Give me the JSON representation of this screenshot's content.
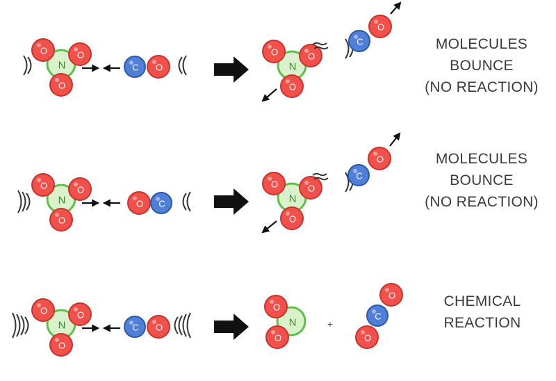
{
  "atom_labels": {
    "nitrogen": "N",
    "carbon": "C",
    "oxygen": "O"
  },
  "colors": {
    "oxygen_fill": "#f2504a",
    "oxygen_stroke": "#c8332e",
    "carbon_fill": "#4f7fd6",
    "carbon_stroke": "#2c58a8",
    "nitrogen_ring": "#5fbf4a",
    "nitrogen_fill": "#d9f2cc",
    "arrow": "#111111",
    "text": "#3a3a3a"
  },
  "rows": [
    {
      "caption_lines": [
        "MOLECULES",
        "BOUNCE",
        "(NO REACTION)"
      ],
      "outcome": "bounce"
    },
    {
      "caption_lines": [
        "MOLECULES",
        "BOUNCE",
        "(NO REACTION)"
      ],
      "outcome": "bounce"
    },
    {
      "caption_lines": [
        "CHEMICAL",
        "REACTION"
      ],
      "outcome": "reaction",
      "plus_sign": "+"
    }
  ]
}
